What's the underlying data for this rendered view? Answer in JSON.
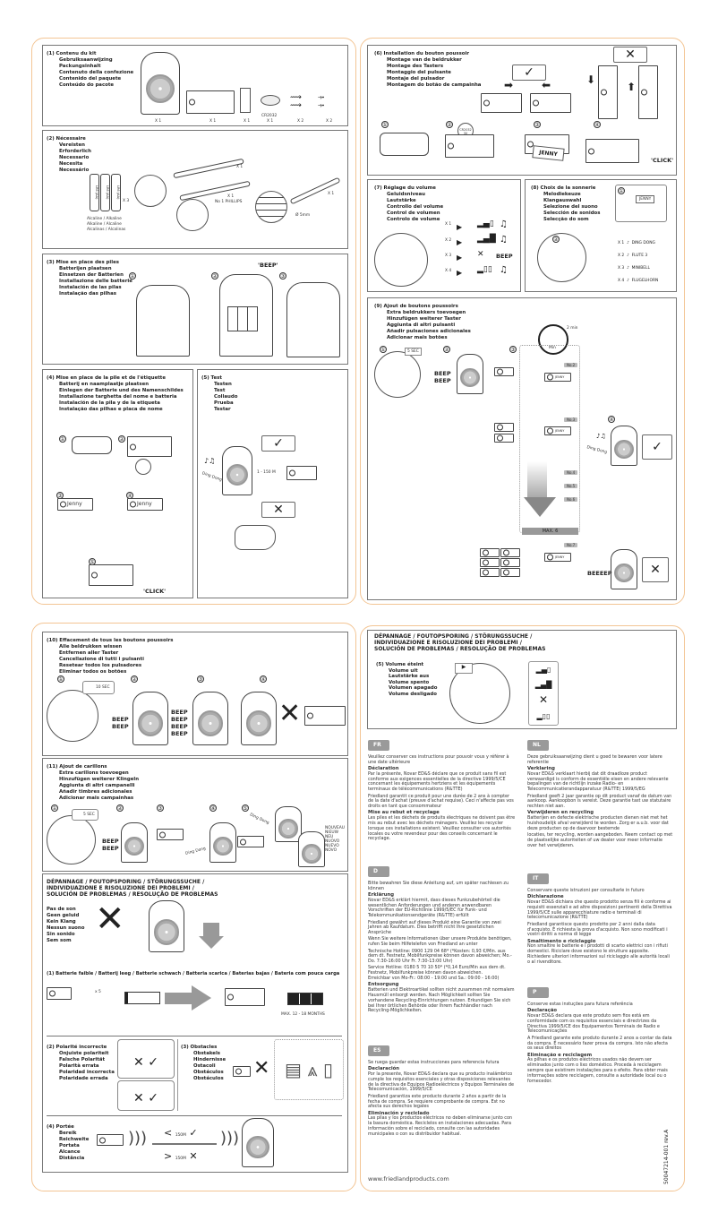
{
  "s1": {
    "title": [
      "(1) Contenu du kit",
      "Gebruiksaanwijzing",
      "Packungsinhalt",
      "Contenuto della confezione",
      "Contenido del paquete",
      "Conteúdo do pacote"
    ],
    "qty": [
      "X 1",
      "X 1",
      "X 1",
      "X 1",
      "X 2",
      "X 2"
    ],
    "battery": "CR2032"
  },
  "s2": {
    "title": [
      "(2) Nécessaire",
      "Vereisten",
      "Erforderlich",
      "Necessario",
      "Necesita",
      "Necessário"
    ],
    "battery_label": "LR6 (AA)",
    "battery_qty": "X 3",
    "alkaline": [
      "Alcaline / Alkaline",
      "Alkaline / Alcaline",
      "Alcalinas / Alcalinas"
    ],
    "screwdriver1_qty": "X 1",
    "screwdriver2_qty": "X 1",
    "phillips": "No 1 PHILLIPS",
    "drill_qty": "X 1",
    "drill_size": "Ø 5mm"
  },
  "s3": {
    "title": [
      "(3) Mise en place des piles",
      "Batterijen plaatsen",
      "Einsetzen der Batterien",
      "Installazione delle batterie",
      "Instalación de las pilas",
      "Instalação das pilhas"
    ],
    "steps": [
      "①",
      "②",
      "③"
    ],
    "beep": "'BEEP'"
  },
  "s4": {
    "title": [
      "(4) Mise en place de la pile et de l'étiquette",
      "Batterij en naamplaatje plaatsen",
      "Einlegen der Batterie und des Namenschildes",
      "Installazione targhetta del nome e batteria",
      "Instalación de la pila y de la etiqueta",
      "Instalação das pilhas e placa de nome"
    ],
    "steps": [
      "①",
      "②",
      "③",
      "④",
      "⑤"
    ],
    "click": "'CLICK'",
    "name": "Jenny"
  },
  "s5": {
    "title": [
      "(5) Test",
      "Testen",
      "Test",
      "Collaudo",
      "Prueba",
      "Testar"
    ],
    "distance": "1 - 150 M",
    "ok": "✓",
    "fail": "✕",
    "sound": "Ding Dong"
  },
  "s6": {
    "title": [
      "(6) Installation du bouton poussoir",
      "Montage van de beldrukker",
      "Montage des Tasters",
      "Montaggio del pulsante",
      "Montaje del pulsador",
      "Montagem do botão de campainha"
    ],
    "steps": [
      "①",
      "②",
      "③",
      "④"
    ],
    "battery": "CR2032 3V",
    "name": "JENNY",
    "click": "'CLICK'",
    "ok": "✓",
    "fail": "✕"
  },
  "s7": {
    "title": [
      "(7) Réglage du volume",
      "Geluidsniveau",
      "Lautstärke",
      "Controllo del volume",
      "Control de volumen",
      "Controlo de volume"
    ],
    "presses": [
      "X 1",
      "X 2",
      "X 3",
      "X 4"
    ],
    "beep": "BEEP"
  },
  "s8": {
    "title": [
      "(8) Choix de la sonnerie",
      "Melodiekeuze",
      "Klangauswahl",
      "Selezione del suono",
      "Selección de sonidos",
      "Selecção do som"
    ],
    "steps": [
      "①",
      "②"
    ],
    "name": "JENNY",
    "options": [
      {
        "press": "X 1",
        "label": "DING DONG"
      },
      {
        "press": "X 2",
        "label": "FLUTE 3"
      },
      {
        "press": "X 3",
        "label": "MINIBELL"
      },
      {
        "press": "X 4",
        "label": "FLUGELHORN"
      }
    ]
  },
  "s9": {
    "title": [
      "(9) Ajout de boutons poussoirs",
      "Extra beldrukkers toevoegen",
      "Hinzufügen weiterer Taster",
      "Aggiunta di altri pulsanti",
      "Añadir pulsaciones adicionales",
      "Adicionar mais botões"
    ],
    "steps": [
      "①",
      "②",
      "③",
      "④"
    ],
    "hold": "5 SEC",
    "beep": [
      "BEEP",
      "BEEP"
    ],
    "timer": "2 min",
    "timer_unit": "Min",
    "numbers": [
      "No.2",
      "No.3",
      "No.4",
      "No.5",
      "No.6",
      "No.7"
    ],
    "max": "MAX. 6",
    "beeeep": "BEEEEP",
    "name": "JENNY",
    "sound": "Ding Dong"
  },
  "s10": {
    "title": [
      "(10) Effacement de tous les boutons poussoirs",
      "Alle beldrukken wissen",
      "Entfernen aller Taster",
      "Cancellazione di tutti i pulsanti",
      "Resetear todos los pulsadores",
      "Eliminar todos os botões"
    ],
    "steps": [
      "①",
      "②",
      "③",
      "④"
    ],
    "hold": "10 SEC",
    "beep2": [
      "BEEP",
      "BEEP"
    ],
    "beep4": [
      "BEEP",
      "BEEP",
      "BEEP",
      "BEEP"
    ]
  },
  "s11": {
    "title": [
      "(11) Ajout de carillons",
      "Extra carillons toevoegen",
      "Hinzufügen weiterer Klingeln",
      "Aggiunta di altri campanelli",
      "Añadir timbres adicionales",
      "Adicionar mais campainhas"
    ],
    "steps": [
      "①",
      "②",
      "③",
      "④",
      "⑤"
    ],
    "hold": "5 SEC",
    "beep": [
      "BEEP",
      "BEEP"
    ],
    "new": [
      "NOUVEAU",
      "NIEUW",
      "NEU",
      "NUOVO",
      "NUEVO",
      "NOVO"
    ],
    "sound": "Ding Dong"
  },
  "trouble": {
    "title": [
      "DÉPANNAGE / FOUTOPSPORING / STÖRUNGSSUCHE /",
      "INDIVIDUAZIONE E RISOLUZIONE DEI PROBLEMI /",
      "SOLUCIÓN DE PROBLEMAS / RESOLUÇÃO DE PROBLEMAS"
    ],
    "no_sound": [
      "Pas de son",
      "Geen geluid",
      "Kein Klang",
      "Nessun suono",
      "Sin sonido",
      "Sem som"
    ],
    "battery": "(1) Batterie faible / Batterij leeg / Batterie schwach / Batteria scarica / Baterias bajas / Bateria com pouca carga",
    "flash": "x 5",
    "life": "MAX. 12 - 18 MONTHS",
    "polarity": [
      "(2) Polarité incorrecte",
      "Onjuiste polariteit",
      "Falsche Polarität",
      "Polarità errata",
      "Polaridad incorrecta",
      "Polaridade errada"
    ],
    "obstacles": [
      "(3) Obstacles",
      "Obstakels",
      "Hindernisse",
      "Ostacoli",
      "Obstáculos",
      "Obstáculos"
    ],
    "range": [
      "(4) Portée",
      "Bereik",
      "Reichweite",
      "Portata",
      "Alcance",
      "Distância"
    ],
    "range_ok": "150M",
    "range_bad": "150M",
    "volume": [
      "(5) Volume éteint",
      "Volume uit",
      "Lautstärke aus",
      "Volume spento",
      "Volumen apagado",
      "Volume desligado"
    ]
  },
  "langs": {
    "fr": {
      "badge": "FR",
      "intro": "Veuillez conserver ces instructions pour pouvoir vous y référer à une date ultérieure",
      "h1": "Déclaration",
      "p1": "Par la présente, Novar ED&S déclare que ce produit sans fil est conforme aux exigences essentielles de la directive 1999/5/CE concernant les équipements hertziens et les équipements terminaux de télécommunications (R&TTE)",
      "p2": "Friedland garantit ce produit pour une durée de 2 ans à compter de la date d'achat (preuve d'achat requise). Ceci n'affecte pas vos droits en tant que consommateur",
      "h2": "Mise au rebut et recyclage",
      "p3": "Les piles et les déchets de produits électriques ne doivent pas être mis au rebut avec les déchets ménagers. Veuillez les recycler lorsque ces installations existent. Veuillez consulter vos autorités locales ou votre revendeur pour des conseils concernant le recyclage."
    },
    "d": {
      "badge": "D",
      "intro": "Bitte bewahren Sie diese Anleitung auf, um später nachlesen zu können",
      "h1": "Erklärung",
      "p1": "Novar ED&S erklärt hiermit, dass dieses Funkzubehörteil die wesentlichen Anforderungen und anderen anwendbaren Vorschriften der EU-Richtlinie 1999/5/EC für Funk- und Telekommunikationsendgeräte (R&TTE) erfüllt",
      "p2": "Friedland gewährt auf dieses Produkt eine Garantie von zwei Jahren ab Kaufdatum. Dies betrifft nicht Ihre gesetzlichen Ansprüche",
      "p3": "Wenn Sie weitere Informationen über unsere Produkte benötigen, rufen Sie beim Hilfetelefon von Friedland an unter",
      "p4": "Technische Hotline: 0900 129 04 68* (*Kosten: 0,93 €/Min. aus dem dt. Festnetz, Mobilfunkpreise können davon abweichen; Mo.-Do. 7:30-16:00 Uhr Fr. 7:30-13:00 Uhr)",
      "p5": "Service Hotline: 0180 5 70 10 50* (*0,14 Euro/Min aus dem dt. Festnetz, Mobilfunkpreise können davon abweichen.",
      "p6": "Erreichbar von Mo-Fr.: 08:00 - 19:00 und Sa.: 09:00 - 16:00)",
      "h2": "Entsorgung",
      "p7": "Batterien und Elektroartikel sollten nicht zusammen mit normalem Hausmüll entsorgt werden. Nach Möglichkeit sollten Sie vorhandene Recycling-Einrichtungen nutzen. Erkundigen Sie sich bei Ihrer örtlichen Behörde oder Ihrem Fachhändler nach Recycling-Möglichkeiten."
    },
    "es": {
      "badge": "ES",
      "intro": "Se ruega guardar estas instrucciones para referencia futura",
      "h1": "Declaración",
      "p1": "Por la presente, Novar ED&S declara que su producto inalámbrico cumple los requisitos esenciales y otras disposiciones relevantes de la directiva de Equipos Radioeléctricos y Equipos Terminales de Telecomunicación, 1999/5/CE",
      "p2": "Friedland garantiza este producto durante 2 años a partir de la fecha de compra. Se requiere comprobante de compra. Est no afecta sus derechos legales",
      "h2": "Eliminación y reciclado",
      "p3": "Las pilas y los productos eléctricos no deben eliminarse junto con la basura doméstica. Reciclelos en instalaciones adecuadas. Para información sobre el reciclado, consulte con las autoridades municipales o con su distribuidor habitual."
    },
    "nl": {
      "badge": "NL",
      "intro": "Deze gebruiksaanwijzing dient u goed te bewaren voor latere referentie",
      "h1": "Verklaring",
      "p1": "Novar ED&S verklaart hierbij dat dit draadloze product verwaardigd is conform de essentiële eisen en andere relevante bepalingen van de richtlijn inzake Radio- en Telecommunicatierandapparatuur (R&TTE) 1999/5/EG",
      "p2": "Friedland geeft 2 jaar garantie op dit product vanaf de datum van aankoop. Aankoopbon is vereist. Deze garantie tast uw statutaire rechten niet aan.",
      "h2": "Verwijderen en recycling",
      "p3": "Batterijen en defecte elektrische producten dienen niet met het huishoudelijk afval verwijderd te worden. Zorg er a.u.b. voor dat deze producten op de daarvoor bestemde",
      "p4": "locaties, ter recycling, worden aangeboden. Neem contact op met de plaatselijke autoriteiten of uw dealer voor meer informatie over het verwijderen."
    },
    "it": {
      "badge": "IT",
      "intro": "Conservare queste istruzioni per consultarle in futuro",
      "h1": "Dichiarazione",
      "p1": "Novar ED&S dichiara che questo prodotto senza fili è conforme ai requisiti essenziali e ad altre disposizioni pertinenti della Direttiva 1999/5/CE sulle apparecchiature radio e terminali di telecomunicazione (R&TTE)",
      "p2": "Friedland garantisce questo prodotto per 2 anni dalla data d'acquisto. È richiesta la prova d'acquisto. Non sono modificati i vostri diritti a norma di legge",
      "h2": "Smaltimento e riciclaggio",
      "p3": "Non smaltire le batterie e i prodotti di scarto elettrici con i rifiuti domestici. Riciclare dove esistono le strutture apposite. Richiedere ulteriori informazioni sul riciclaggio alle autorità locali o al rivenditore."
    },
    "p": {
      "badge": "P",
      "intro": "Conserve estas instuções para futura referência",
      "h1": "Declaração",
      "p1": "Novar ED&S declara que este produto sem fios está em conformidade com os requisitos essenciais e directrizes da Directiva 1999/5/CE dos Equipamentos Terminais de Radio e Telecomunicações",
      "p2": "A Friedland garante este produto durante 2 anos a contar da data da compra. É necessário fazer prova da compra. Isto não afecta os seus direitos",
      "h2": "Eliminação e reciclagem",
      "p3": "As pilhas e os produtos eléctricos usados não devem ser eliminados junto com o lixo doméstico. Proceda à reciclagem sempre que existirem instalações para o efeito. Para obter mais informações sobre reciclagem, consulte a autoridade local ou o fornecedor."
    }
  },
  "website": "www.friedlandproducts.com",
  "doc_code": "50047214-001 rev.A",
  "colors": {
    "page_border": "#f3c594",
    "panel_border": "#777777",
    "badge": "#9a9a9a"
  }
}
